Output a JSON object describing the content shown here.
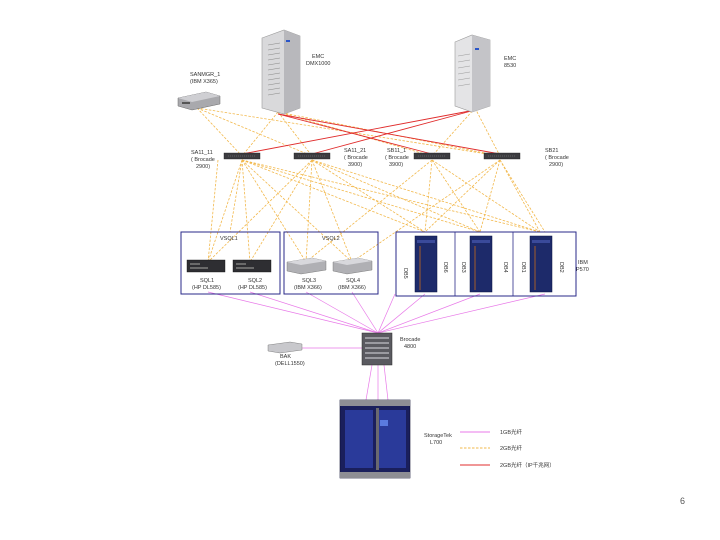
{
  "labels": {
    "emc_dmx": [
      "EMC",
      "DMX1000"
    ],
    "emc_8530": [
      "EMC",
      "8530"
    ],
    "sanmgr": [
      "SANMGR_1",
      "(IBM X365)"
    ],
    "sa11": [
      "SA11_11",
      "( Brocade",
      "2900)"
    ],
    "sa21": [
      "SA11_21",
      "( Brocade",
      "3900)"
    ],
    "sb11": [
      "SB11_1",
      "( Brocade",
      "3900)"
    ],
    "sb21": [
      "SB21",
      "( Brocade",
      "2900)"
    ],
    "vsql1": "VSQL1",
    "vsql2": "VSQL2",
    "sql1": [
      "SQL1",
      "(HP DL585)"
    ],
    "sql2": [
      "SQL2",
      "(HP DL585)"
    ],
    "sql3": [
      "SQL3",
      "(IBM X366)"
    ],
    "sql4": [
      "SQL4",
      "(IBM X366)"
    ],
    "db1": "DB1",
    "db2": "DB2",
    "db3": "DB3",
    "db4": "DB4",
    "db5": "DB5",
    "db6": "DB6",
    "ibm": [
      "IBM",
      "P570"
    ],
    "bak": [
      "BAK",
      "(DELL1550)"
    ],
    "brocade_core": [
      "Brocade",
      "4800"
    ],
    "storagetek": [
      "StorageTek",
      "L700"
    ]
  },
  "legend": [
    {
      "label": "1GB光纤",
      "color": "#e879e8"
    },
    {
      "label": "2GB光纤",
      "color": "#f2b84b"
    },
    {
      "label": "2GB光纤（IP千兆网）",
      "color": "#e02c2c"
    }
  ],
  "colors": {
    "fiber_1gb": "#e879e8",
    "fiber_2gb": "#f2b84b",
    "fiber_ip": "#e02c2c",
    "box_border": "#2a2a88"
  },
  "page_number": "6"
}
